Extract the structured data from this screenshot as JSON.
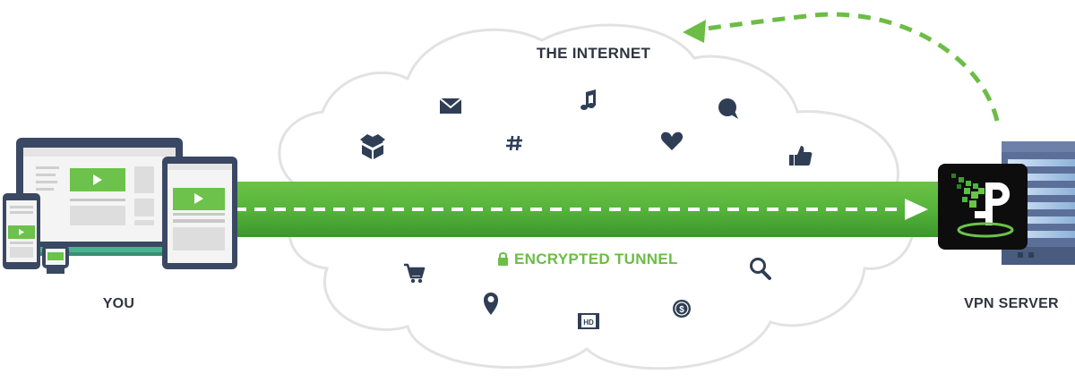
{
  "internet_label": "THE INTERNET",
  "tunnel_label": "ENCRYPTED TUNNEL",
  "you_label": "YOU",
  "server_label": "VPN SERVER",
  "colors": {
    "tunnel_green": "#5bb53f",
    "tunnel_dark": "#3f9b2f",
    "icon_dark": "#2f3e55",
    "cloud_stroke": "#e3e3e3",
    "server_blue": "#5b6f98",
    "device_frame": "#3a4863"
  },
  "cloud_icons": [
    "open-box-icon",
    "mail-icon",
    "hashtag-icon",
    "music-note-icon",
    "heart-icon",
    "chat-bubble-icon",
    "thumbs-up-icon",
    "shopping-cart-icon",
    "map-pin-icon",
    "hd-video-icon",
    "dollar-coin-icon",
    "magnifier-icon"
  ]
}
